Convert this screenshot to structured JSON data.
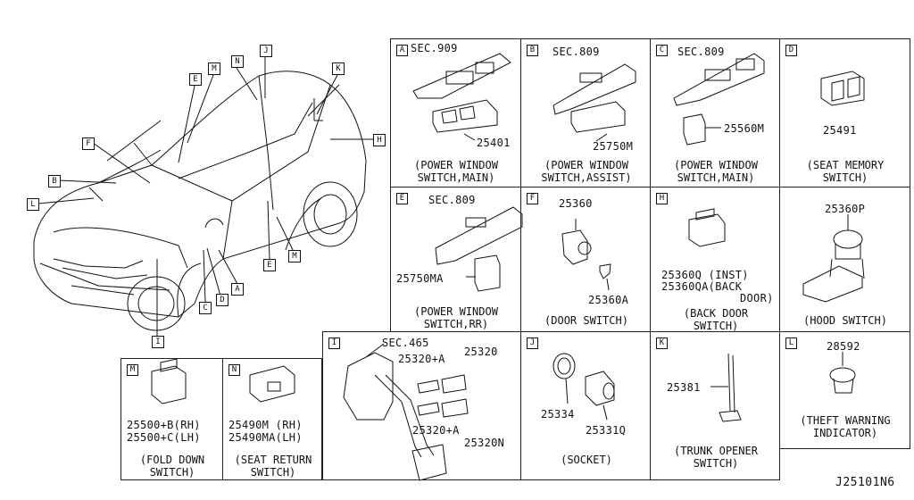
{
  "diagram_code": "J25101N6",
  "car_callouts": [
    {
      "letter": "J"
    },
    {
      "letter": "N"
    },
    {
      "letter": "M"
    },
    {
      "letter": "K"
    },
    {
      "letter": "E"
    },
    {
      "letter": "H"
    },
    {
      "letter": "F"
    },
    {
      "letter": "B"
    },
    {
      "letter": "L"
    },
    {
      "letter": "A"
    },
    {
      "letter": "D"
    },
    {
      "letter": "C"
    },
    {
      "letter": "E"
    },
    {
      "letter": "M"
    },
    {
      "letter": "I"
    }
  ],
  "panels": {
    "A": {
      "letter": "A",
      "ref": "SEC.909",
      "parts": [
        "25401"
      ],
      "caption": "(POWER WINDOW\nSWITCH,MAIN)"
    },
    "B": {
      "letter": "B",
      "ref": "SEC.809",
      "parts": [
        "25750M"
      ],
      "caption": "(POWER WINDOW\nSWITCH,ASSIST)"
    },
    "C": {
      "letter": "C",
      "ref": "SEC.809",
      "parts": [
        "25560M"
      ],
      "caption": "(POWER WINDOW\nSWITCH,MAIN)"
    },
    "D": {
      "letter": "D",
      "parts": [
        "25491"
      ],
      "caption": "(SEAT MEMORY\nSWITCH)"
    },
    "E": {
      "letter": "E",
      "ref": "SEC.809",
      "parts": [
        "25750MA"
      ],
      "caption": "(POWER WINDOW\nSWITCH,RR)"
    },
    "F": {
      "letter": "F",
      "parts": [
        "25360",
        "25360A"
      ],
      "caption": "(DOOR SWITCH)"
    },
    "H": {
      "letter": "H",
      "parts": [
        "25360Q  (INST)",
        "25360QA(BACK",
        "DOOR)"
      ],
      "caption": "(BACK DOOR\nSWITCH)"
    },
    "G": {
      "parts": [
        "25360P"
      ],
      "caption": "(HOOD SWITCH)"
    },
    "I": {
      "letter": "I",
      "ref": "SEC.465",
      "parts": [
        "25320+A",
        "25320",
        "25320+A",
        "25320N"
      ]
    },
    "J": {
      "letter": "J",
      "parts": [
        "25334",
        "25331Q"
      ],
      "caption": "(SOCKET)"
    },
    "K": {
      "letter": "K",
      "parts": [
        "25381"
      ],
      "caption": "(TRUNK OPENER\nSWITCH)"
    },
    "L": {
      "letter": "L",
      "parts": [
        "28592"
      ],
      "caption": "(THEFT WARNING\nINDICATOR)"
    },
    "M": {
      "letter": "M",
      "parts": [
        "25500+B(RH)",
        "25500+C(LH)"
      ],
      "caption": "(FOLD DOWN\nSWITCH)"
    },
    "N": {
      "letter": "N",
      "parts": [
        "25490M (RH)",
        "25490MA(LH)"
      ],
      "caption": "(SEAT RETURN\nSWITCH)"
    }
  }
}
